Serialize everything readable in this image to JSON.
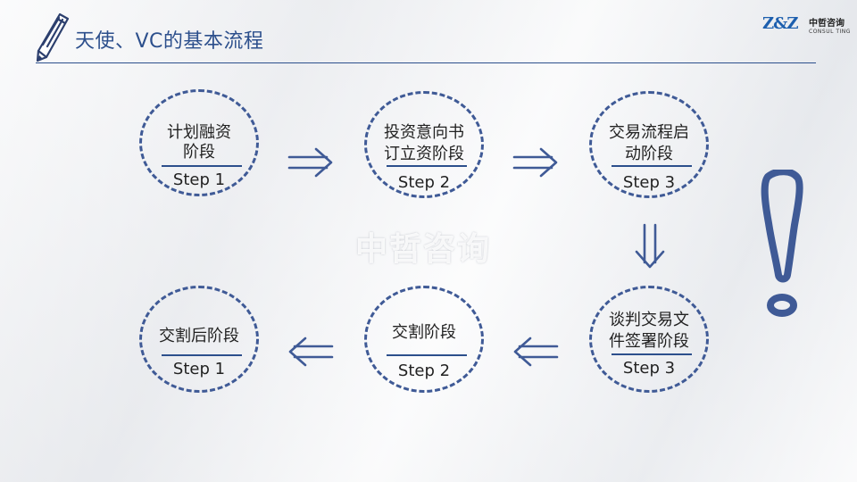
{
  "header": {
    "title": "天使、VC的基本流程"
  },
  "logo": {
    "mark": "Z&Z",
    "company": "中哲咨询",
    "company_en": "CONSUL TING"
  },
  "watermark": "中哲咨询",
  "steps": [
    {
      "name_line1": "计划融资",
      "name_line2": "阶段",
      "label": "Step 1"
    },
    {
      "name_line1": "投资意向书",
      "name_line2": "订立资阶段",
      "label": "Step 2"
    },
    {
      "name_line1": "交易流程启",
      "name_line2": "动阶段",
      "label": "Step 3"
    },
    {
      "name_line1": "谈判交易文",
      "name_line2": "件签署阶段",
      "label": "Step 3"
    },
    {
      "name_line1": "交割阶段",
      "name_line2": "",
      "label": "Step 2"
    },
    {
      "name_line1": "交割后阶段",
      "name_line2": "",
      "label": "Step 1"
    }
  ],
  "icons": {
    "pencil": "pencil-icon",
    "exclamation": "exclamation-icon",
    "arrow": "double-arrow-icon"
  },
  "colors": {
    "accent": "#2c4f8c",
    "circle": "#3f5a96"
  }
}
